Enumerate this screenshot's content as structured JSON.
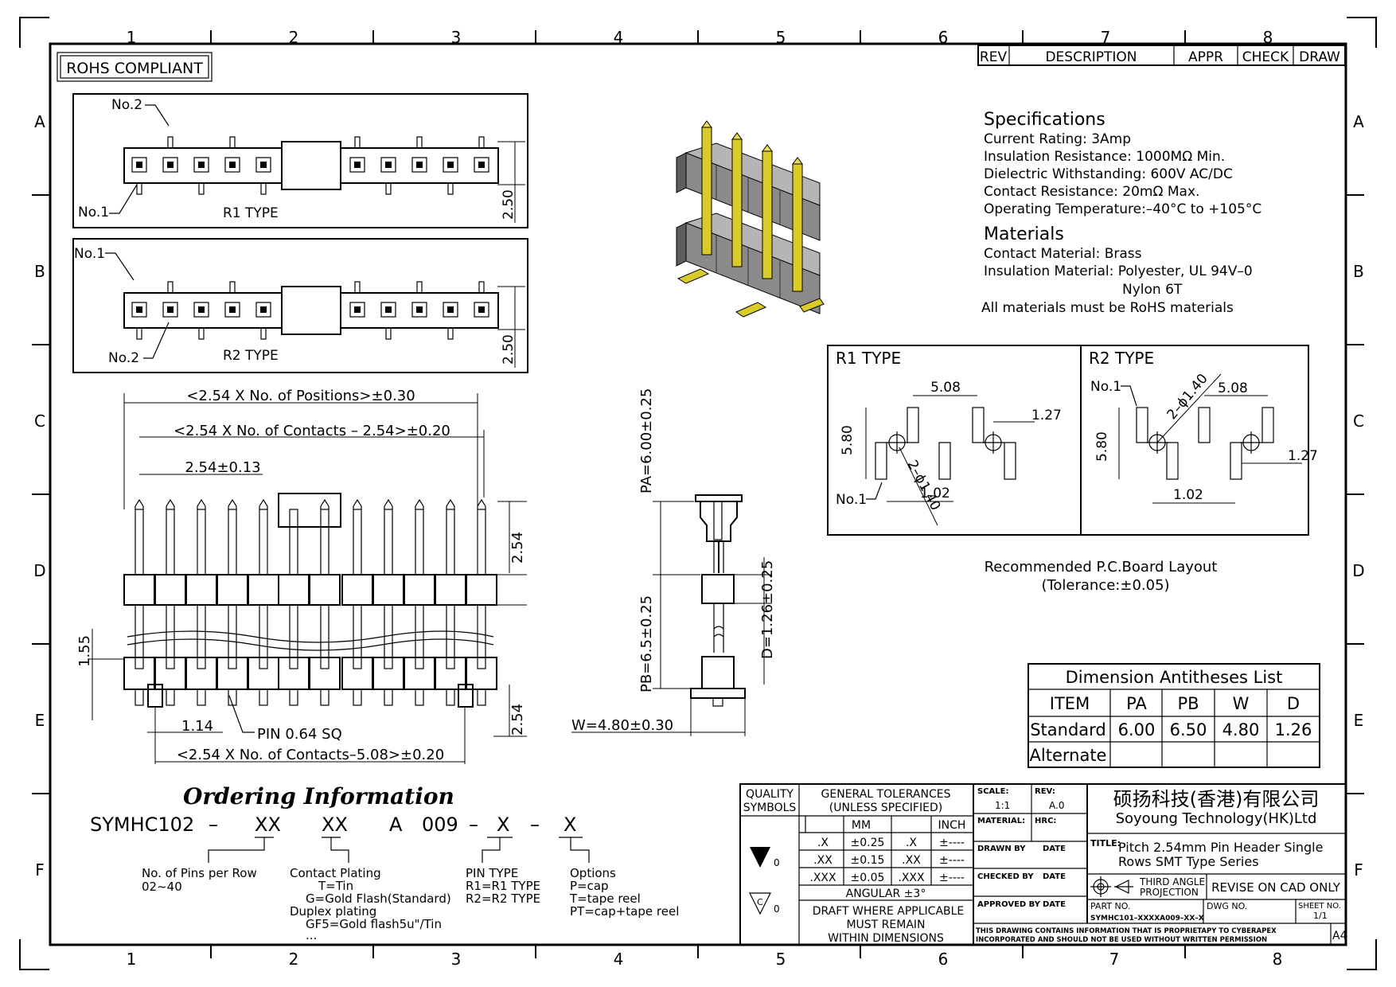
{
  "frame": {
    "col_markers": [
      "1",
      "2",
      "3",
      "4",
      "5",
      "6",
      "7",
      "8"
    ],
    "row_markers": [
      "A",
      "B",
      "C",
      "D",
      "E",
      "F"
    ]
  },
  "rohs": "ROHS COMPLIANT",
  "revision_table": {
    "rev": "REV",
    "description": "DESCRIPTION",
    "appr": "APPR",
    "check": "CHECK",
    "draw": "DRAW"
  },
  "top_views": {
    "r1": {
      "no2": "No.2",
      "no1": "No.1",
      "type": "R1  TYPE",
      "dim": "2.50"
    },
    "r2": {
      "no1": "No.1",
      "no2": "No.2",
      "type": "R2  TYPE",
      "dim": "2.50"
    }
  },
  "front_view": {
    "dim_positions": "<2.54  X  No.  of  Positions>±0.30",
    "dim_contacts": "<2.54  X  No.  of  Contacts  –  2.54>±0.20",
    "pitch": "2.54±0.13",
    "height_top": "2.54",
    "height_left": "1.55",
    "height_bottom": "2.54",
    "width_small": "1.14",
    "pin": "PIN  0.64  SQ",
    "dim_bottom": "<2.54  X  No.  of  Contacts–5.08>±0.20"
  },
  "side_view": {
    "pa": "PA=6.00±0.25",
    "pb": "PB=6.5±0.25",
    "d": "D=1.26±0.25",
    "w": "W=4.80±0.30"
  },
  "specifications": {
    "title": "Specifications",
    "lines": [
      "Current  Rating:    3Amp",
      "Insulation  Resistance:  1000MΩ  Min.",
      "Dielectric  Withstanding:    600V  AC/DC",
      "Contact  Resistance:    20mΩ  Max.",
      "Operating  Temperature:–40°C  to  +105°C"
    ]
  },
  "materials": {
    "title": "Materials",
    "lines": [
      "Contact  Material:  Brass",
      "Insulation  Material:  Polyester,  UL  94V–0",
      "Nylon  6T",
      "All  materials  must  be  RoHS  materials"
    ]
  },
  "pcb_layout": {
    "r1": {
      "title": "R1  TYPE",
      "d508": "5.08",
      "d127": "1.27",
      "d580": "5.80",
      "d102": "1.02",
      "dia": "2–ϕ1.40",
      "no1": "No.1"
    },
    "r2": {
      "title": "R2  TYPE",
      "no1": "No.1",
      "dia": "2–ϕ1.40",
      "d508": "5.08",
      "d580": "5.80",
      "d127": "1.27",
      "d102": "1.02"
    },
    "caption": "Recommended  P.C.Board  Layout",
    "tolerance": "(Tolerance:±0.05)"
  },
  "dimension_list": {
    "title": "Dimension  Antitheses  List",
    "headers": [
      "ITEM",
      "PA",
      "PB",
      "W",
      "D"
    ],
    "rows": [
      [
        "Standard",
        "6.00",
        "6.50",
        "4.80",
        "1.26"
      ],
      [
        "Alternate",
        "",
        "",
        "",
        ""
      ]
    ]
  },
  "ordering": {
    "title": "Ordering Information",
    "code": [
      "SYMHC102",
      "–",
      "XX",
      "XX",
      "A",
      "009",
      "–",
      "X",
      "–",
      "X"
    ],
    "pins_label": "No.  of  Pins  per  Row",
    "pins_range": "02~40",
    "plating": [
      "Contact  Plating",
      "T=Tin",
      "G=Gold  Flash(Standard)",
      "Duplex  plating",
      "GF5=Gold  flash5u\"/Tin",
      "..."
    ],
    "pin_type": [
      "PIN  TYPE",
      "R1=R1  TYPE",
      "R2=R2  TYPE"
    ],
    "options": [
      "Options",
      "P=cap",
      "T=tape  reel",
      "PT=cap+tape  reel"
    ]
  },
  "title_block": {
    "quality": [
      "QUALITY",
      "SYMBOLS"
    ],
    "sym1": "0",
    "sym2": "0",
    "gen_tol": [
      "GENERAL  TOLERANCES",
      "(UNLESS  SPECIFIED)"
    ],
    "mm": "MM",
    "inch": "INCH",
    "tol_rows": [
      [
        ".X",
        "±0.25",
        ".X",
        "±----"
      ],
      [
        ".XX",
        "±0.15",
        ".XX",
        "±----"
      ],
      [
        ".XXX",
        "±0.05",
        ".XXX",
        "±----"
      ]
    ],
    "angular": "ANGULAR  ±3°",
    "draft": [
      "DRAFT  WHERE  APPLICABLE",
      "MUST  REMAIN",
      "WITHIN  DIMENSIONS"
    ],
    "scale_label": "SCALE:",
    "scale": "1:1",
    "rev_label": "REV:",
    "rev": "A.0",
    "material": "MATERIAL:",
    "hrc": "HRC:",
    "drawn": "DRAWN  BY",
    "date": "DATE",
    "checked": "CHECKED  BY",
    "approved": "APPROVED  BY",
    "company_cn": "硕扬科技(香港)有限公司",
    "company_en": "Soyoung  Technology(HK)Ltd",
    "title_label": "TITLE:",
    "title_lines": [
      "Pitch  2.54mm  Pin  Header  Single",
      "Rows  SMT  Type  Series"
    ],
    "projection": [
      "THIRD  ANGLE",
      "PROJECTION"
    ],
    "revise": "REVISE  ON  CAD  ONLY",
    "part_label": "PART  NO.",
    "part_no": "SYMHC101–XXXXA009–XX–X",
    "dwg_label": "DWG  NO.",
    "sheet_label": "SHEET  NO.",
    "sheet": "1/1",
    "notice": [
      "THIS  DRAWING  CONTAINS  INFORMATION  THAT  IS  PROPRIETAPY  TO  CYBERAPEX",
      "INCORPORATED  AND  SHOULD  NOT  BE  USED  WITHOUT  WRITTEN  PERMISSION"
    ],
    "size": "A4"
  },
  "colors": {
    "pin_gold": "#d9cc2a",
    "plastic_light": "#a6a6a6",
    "plastic_dark": "#6e6e6e",
    "line": "#000000"
  }
}
